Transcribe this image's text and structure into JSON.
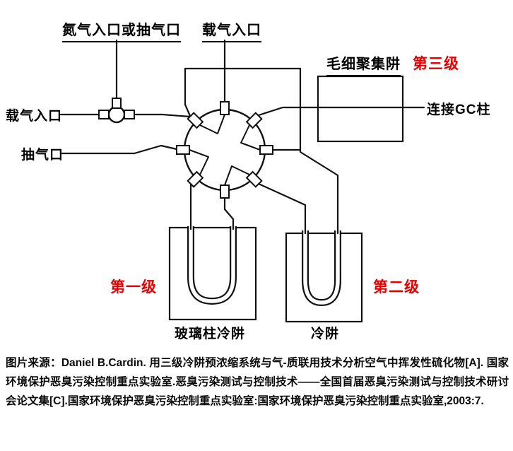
{
  "diagram": {
    "labels": {
      "nitrogen_inlet": "氮气入口或抽气口",
      "carrier_inlet_top": "载气入口",
      "carrier_inlet_left": "载气入口",
      "pump_port": "抽气口",
      "capillary_trap": "毛细聚集阱",
      "stage3": "第三级",
      "gc_column": "连接GC柱",
      "stage1": "第一级",
      "stage2": "第二级",
      "glass_column_trap": "玻璃柱冷阱",
      "cold_trap": "冷阱"
    },
    "colors": {
      "stage_accent": "#e60000",
      "line": "#111111"
    }
  },
  "caption": {
    "text": "图片来源：Daniel B.Cardin. 用三级冷阱预浓缩系统与气-质联用技术分析空气中挥发性硫化物[A]. 国家环境保护恶臭污染控制重点实验室.恶臭污染测试与控制技术——全国首届恶臭污染测试与控制技术研讨会论文集[C].国家环境保护恶臭污染控制重点实验室:国家环境保护恶臭污染控制重点实验室,2003:7."
  }
}
